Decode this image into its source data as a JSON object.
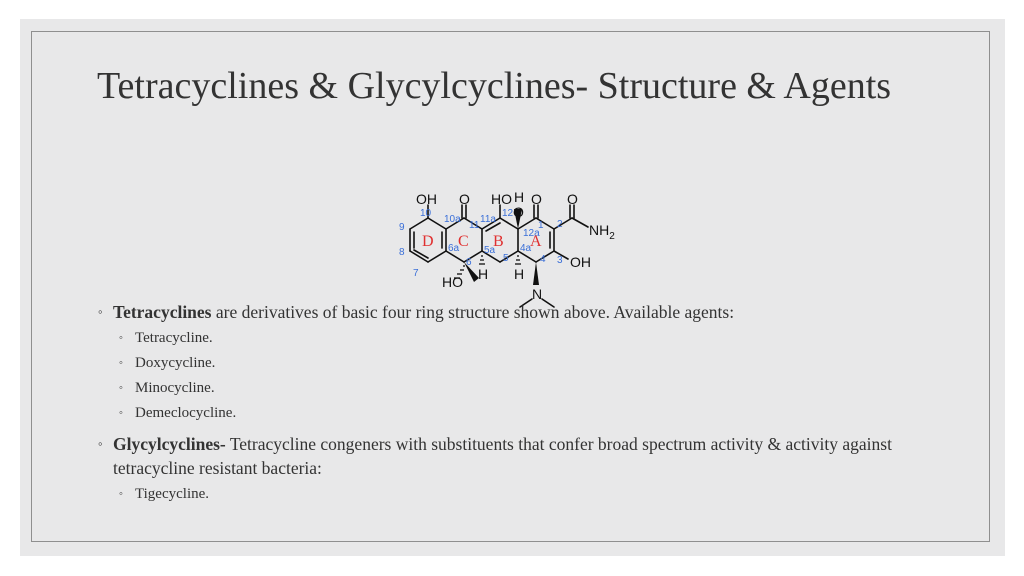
{
  "slide": {
    "title": "Tetracyclines & Glycylcyclines- Structure & Agents",
    "bullet_glyph": "◦"
  },
  "structure": {
    "substituents": {
      "oh_10": "OH",
      "o_11": "O",
      "ho_12": "HO",
      "h_12a": "H",
      "o_12a": "O",
      "o_1": "O",
      "o_amide": "O",
      "nh2": "NH",
      "nh2_sub": "2",
      "oh_3": "OH",
      "h_5a": "H",
      "h_4a": "H",
      "n_4": "N",
      "ho_6": "HO"
    },
    "positions": {
      "p10": "10",
      "p10a": "10a",
      "p11": "11",
      "p11a": "11a",
      "p12": "12",
      "p12a": "12a",
      "p1": "1",
      "p2": "2",
      "p3": "3",
      "p4": "4",
      "p4a": "4a",
      "p5": "5",
      "p5a": "5a",
      "p6": "6",
      "p6a": "6a",
      "p7": "7",
      "p8": "8",
      "p9": "9"
    },
    "rings": {
      "a": "A",
      "b": "B",
      "c": "C",
      "d": "D"
    },
    "colors": {
      "bonds": "#111111",
      "position_labels": "#3a6fd8",
      "ring_labels": "#e03030"
    }
  },
  "content": {
    "tetracyclines": {
      "term": "Tetracyclines",
      "description": " are derivatives of  basic four ring structure shown above. Available agents:",
      "agents": [
        "Tetracycline.",
        "Doxycycline.",
        "Minocycline.",
        "Demeclocycline."
      ]
    },
    "glycylcyclines": {
      "term": "Glycylcyclines-",
      "description": " Tetracycline congeners with substituents that confer broad spectrum activity & activity against tetracycline resistant bacteria:",
      "agents": [
        "Tigecycline."
      ]
    }
  }
}
